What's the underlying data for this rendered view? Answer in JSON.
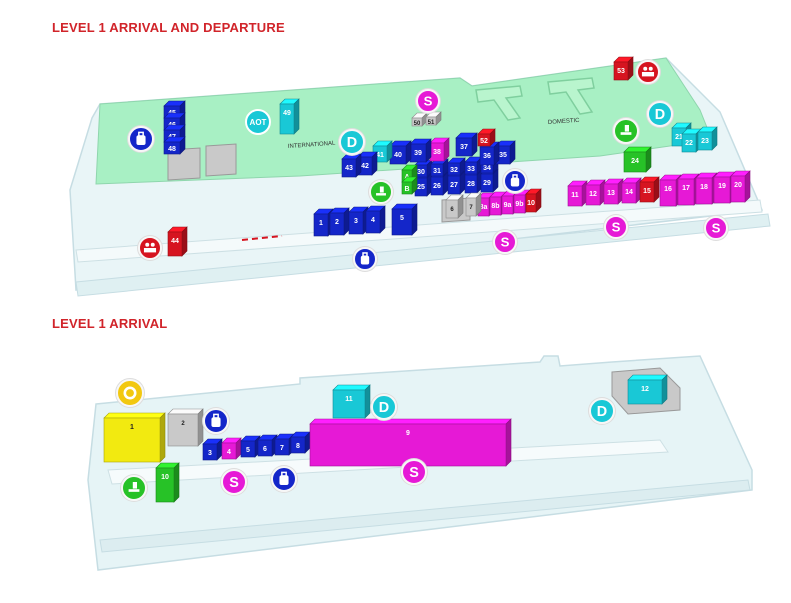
{
  "titles": {
    "top": "LEVEL 1 ARRIVAL AND DEPARTURE",
    "bottom": "LEVEL 1 ARRIVAL"
  },
  "labels": {
    "international": "INTERNATIONAL",
    "domestic": "DOMESTIC",
    "aot": "AOT"
  },
  "colors": {
    "floor_top": "#a8f0c4",
    "floor_light": "#e6f4f6",
    "blue": "#1426c9",
    "magenta": "#e619d6",
    "cyan": "#19c8d6",
    "red": "#d61420",
    "green": "#27c227",
    "yellow": "#f2ea10",
    "grey": "#c9c9c9",
    "title": "#d1242a"
  },
  "map_top": {
    "blocks": [
      {
        "id": "1",
        "c": "blue"
      },
      {
        "id": "2",
        "c": "blue"
      },
      {
        "id": "3",
        "c": "blue"
      },
      {
        "id": "4",
        "c": "blue"
      },
      {
        "id": "5",
        "c": "blue"
      },
      {
        "id": "8a",
        "c": "magenta"
      },
      {
        "id": "8b",
        "c": "magenta"
      },
      {
        "id": "9a",
        "c": "magenta"
      },
      {
        "id": "9b",
        "c": "magenta"
      },
      {
        "id": "10",
        "c": "red"
      },
      {
        "id": "11",
        "c": "magenta"
      },
      {
        "id": "12",
        "c": "magenta"
      },
      {
        "id": "13",
        "c": "magenta"
      },
      {
        "id": "14",
        "c": "magenta"
      },
      {
        "id": "15",
        "c": "red"
      },
      {
        "id": "16",
        "c": "magenta"
      },
      {
        "id": "17",
        "c": "magenta"
      },
      {
        "id": "18",
        "c": "magenta"
      },
      {
        "id": "19",
        "c": "magenta"
      },
      {
        "id": "20",
        "c": "magenta"
      },
      {
        "id": "21",
        "c": "cyan"
      },
      {
        "id": "22",
        "c": "cyan"
      },
      {
        "id": "23",
        "c": "cyan"
      },
      {
        "id": "24",
        "c": "green"
      },
      {
        "id": "25",
        "c": "blue"
      },
      {
        "id": "26",
        "c": "blue"
      },
      {
        "id": "27",
        "c": "blue"
      },
      {
        "id": "28",
        "c": "blue"
      },
      {
        "id": "29",
        "c": "blue"
      },
      {
        "id": "30",
        "c": "blue"
      },
      {
        "id": "31",
        "c": "blue"
      },
      {
        "id": "32",
        "c": "blue"
      },
      {
        "id": "33",
        "c": "blue"
      },
      {
        "id": "34",
        "c": "blue"
      },
      {
        "id": "35",
        "c": "blue"
      },
      {
        "id": "36",
        "c": "blue"
      },
      {
        "id": "37",
        "c": "blue"
      },
      {
        "id": "38",
        "c": "magenta"
      },
      {
        "id": "39",
        "c": "blue"
      },
      {
        "id": "40",
        "c": "blue"
      },
      {
        "id": "41",
        "c": "cyan"
      },
      {
        "id": "42",
        "c": "blue"
      },
      {
        "id": "43",
        "c": "blue"
      },
      {
        "id": "44",
        "c": "red"
      },
      {
        "id": "45",
        "c": "blue"
      },
      {
        "id": "46",
        "c": "blue"
      },
      {
        "id": "47",
        "c": "blue"
      },
      {
        "id": "48",
        "c": "blue"
      },
      {
        "id": "49",
        "c": "cyan"
      },
      {
        "id": "50",
        "c": "grey"
      },
      {
        "id": "51",
        "c": "grey"
      },
      {
        "id": "52",
        "c": "red"
      },
      {
        "id": "53",
        "c": "red"
      },
      {
        "id": "A",
        "c": "green"
      },
      {
        "id": "B",
        "c": "green"
      },
      {
        "id": "6",
        "c": "grey"
      },
      {
        "id": "7",
        "c": "grey"
      }
    ],
    "icons": [
      {
        "t": "S"
      },
      {
        "t": "S"
      },
      {
        "t": "S"
      },
      {
        "t": "S"
      },
      {
        "t": "D"
      },
      {
        "t": "D"
      },
      {
        "t": "bag"
      },
      {
        "t": "bag"
      },
      {
        "t": "bag"
      },
      {
        "t": "food"
      },
      {
        "t": "food"
      },
      {
        "t": "counter"
      },
      {
        "t": "counter"
      }
    ]
  },
  "map_bottom": {
    "blocks": [
      {
        "id": "1",
        "c": "yellow"
      },
      {
        "id": "2",
        "c": "grey"
      },
      {
        "id": "3",
        "c": "blue"
      },
      {
        "id": "4",
        "c": "magenta"
      },
      {
        "id": "5",
        "c": "blue"
      },
      {
        "id": "6",
        "c": "blue"
      },
      {
        "id": "7",
        "c": "blue"
      },
      {
        "id": "8",
        "c": "blue"
      },
      {
        "id": "9",
        "c": "magenta"
      },
      {
        "id": "10",
        "c": "green"
      },
      {
        "id": "11",
        "c": "cyan"
      },
      {
        "id": "12",
        "c": "cyan"
      }
    ],
    "icons": [
      {
        "t": "S"
      },
      {
        "t": "S"
      },
      {
        "t": "D"
      },
      {
        "t": "D"
      },
      {
        "t": "bag"
      },
      {
        "t": "bag"
      },
      {
        "t": "food"
      },
      {
        "t": "restaurant"
      }
    ]
  }
}
